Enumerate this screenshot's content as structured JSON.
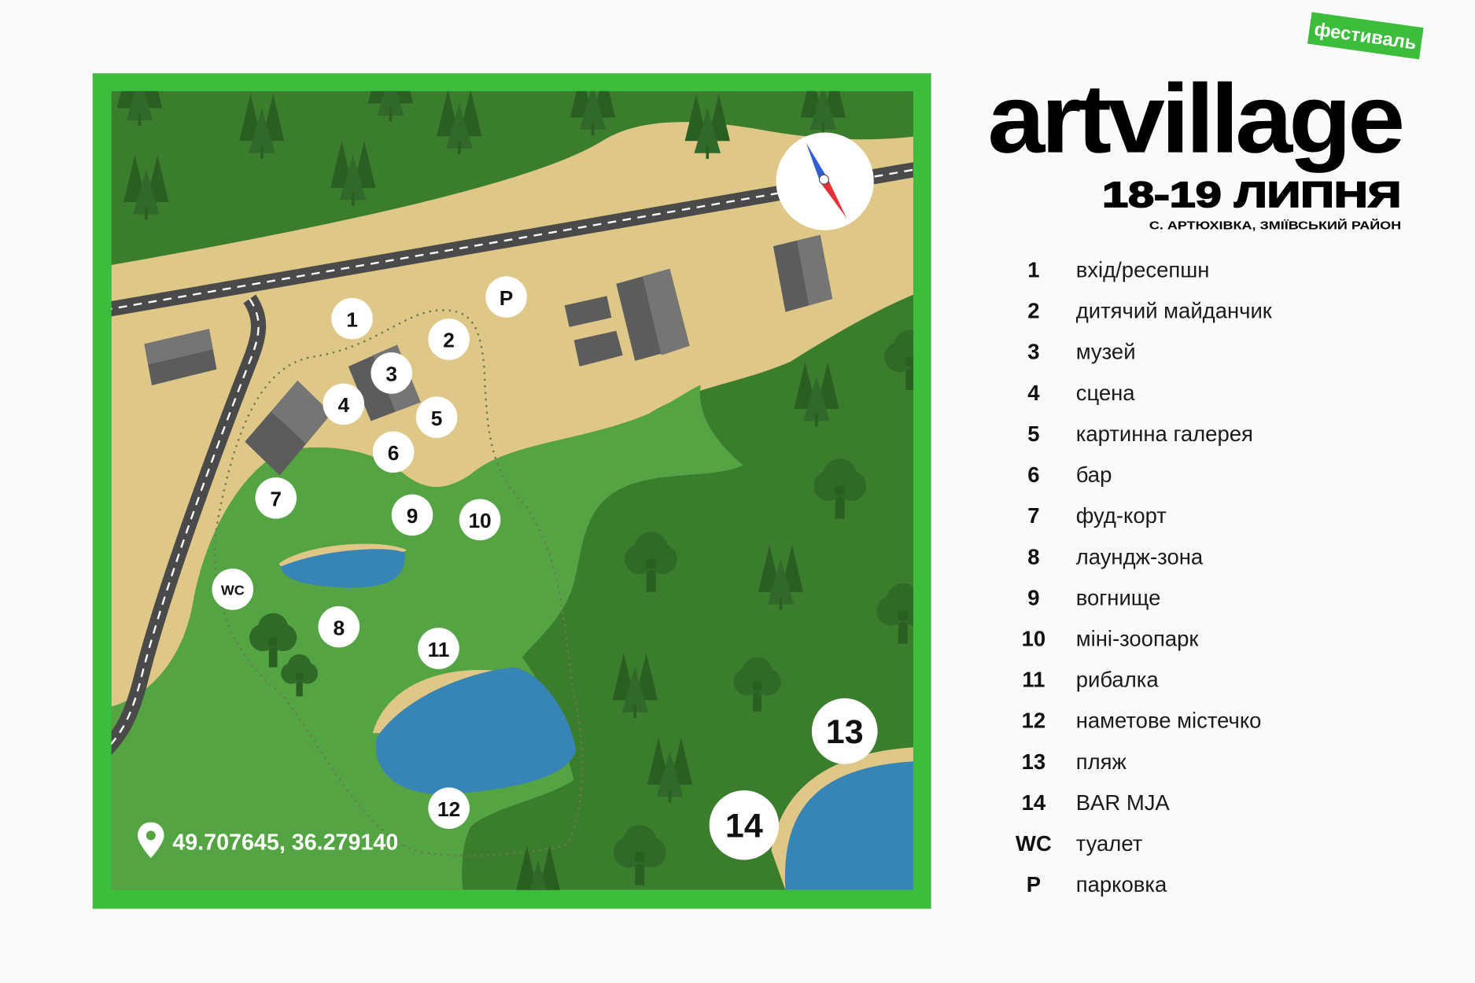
{
  "brand": {
    "logo": "artvillage",
    "tag": "фестиваль",
    "dates": "18-19 ЛИПНЯ",
    "location": "С. АРТЮХІВКА, ЗМІЇВСЬКИЙ РАЙОН"
  },
  "map": {
    "coordinates": "49.707645, 36.279140",
    "markers": [
      "1",
      "2",
      "3",
      "4",
      "5",
      "6",
      "7",
      "8",
      "9",
      "10",
      "11",
      "12",
      "13",
      "14",
      "WC",
      "P"
    ],
    "compass_icon": "compass-icon",
    "pin_icon": "location-pin-icon"
  },
  "legend": [
    {
      "key": "1",
      "label": "вхід/ресепшн"
    },
    {
      "key": "2",
      "label": "дитячий майданчик"
    },
    {
      "key": "3",
      "label": "музей"
    },
    {
      "key": "4",
      "label": "сцена"
    },
    {
      "key": "5",
      "label": "картинна галерея"
    },
    {
      "key": "6",
      "label": "бар"
    },
    {
      "key": "7",
      "label": "фуд-корт"
    },
    {
      "key": "8",
      "label": "лаундж-зона"
    },
    {
      "key": "9",
      "label": "вогнище"
    },
    {
      "key": "10",
      "label": "міні-зоопарк"
    },
    {
      "key": "11",
      "label": "рибалка"
    },
    {
      "key": "12",
      "label": "наметове містечко"
    },
    {
      "key": "13",
      "label": "пляж"
    },
    {
      "key": "14",
      "label": "BAR MJA"
    },
    {
      "key": "WC",
      "label": "туалет"
    },
    {
      "key": "P",
      "label": "парковка"
    }
  ],
  "colors": {
    "frame": "#3cbd3c",
    "forest": "#3a7d2c",
    "meadow": "#55a443",
    "sand": "#dfc787",
    "water": "#3784b6",
    "road": "#4a4a4a",
    "tag": "#3cbd3c"
  }
}
